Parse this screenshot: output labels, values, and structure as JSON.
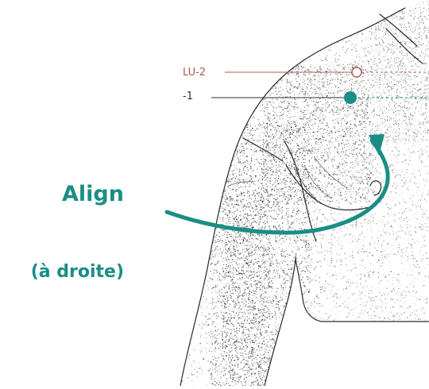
{
  "labels": {
    "align": "Align",
    "side": "(à droite)",
    "point_1": "LU-2",
    "point_2": "-1"
  },
  "colors": {
    "accent": "#1a8e85",
    "secondary_point": "#a85c56"
  }
}
